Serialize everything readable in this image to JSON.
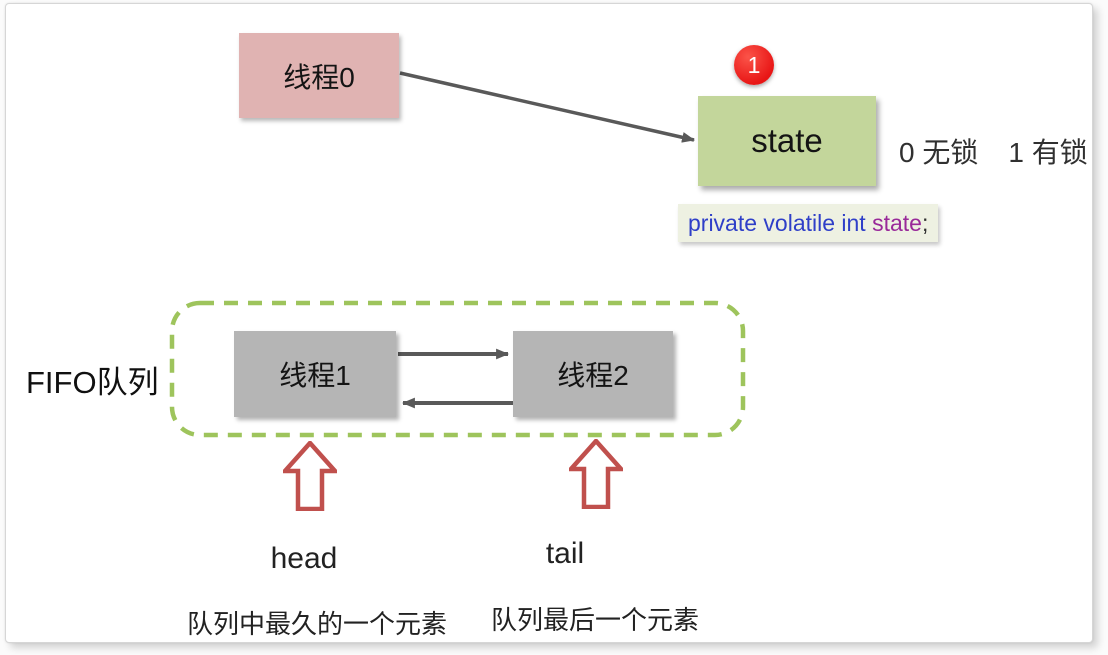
{
  "colors": {
    "thread0-fill": "#e0b3b2",
    "state-fill": "#c3d69b",
    "queue-box-fill": "#b5b5b5",
    "dash-green": "#9ec45c",
    "badge-red": "#e81515",
    "connector-gray": "#595959",
    "block-arrow-red": "#c0504d",
    "code-bg": "#eef1e2",
    "code-blue": "#2f3fc8",
    "code-purple": "#992999",
    "text-dark": "#1f1f1f"
  },
  "nodes": {
    "thread0": "线程0",
    "state": "state",
    "thread1": "线程1",
    "thread2": "线程2"
  },
  "badge": {
    "value": "1"
  },
  "legend": {
    "no_lock": "0 无锁",
    "lock": "1 有锁"
  },
  "code": {
    "keywords": "private volatile int ",
    "variable": "state",
    "semicolon": ";"
  },
  "queue": {
    "label": "FIFO队列"
  },
  "pointers": {
    "head": {
      "label": "head",
      "caption": "队列中最久的一个元素"
    },
    "tail": {
      "label": "tail",
      "caption": "队列最后一个元素"
    }
  }
}
